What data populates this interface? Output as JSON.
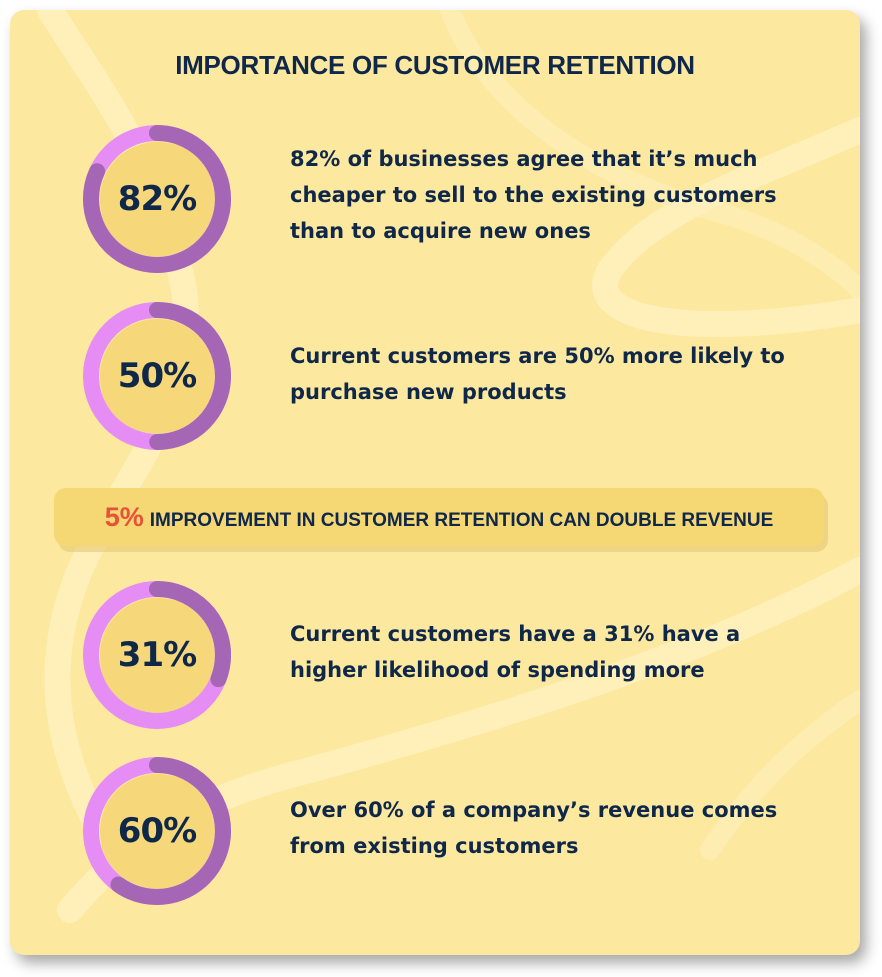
{
  "title": "IMPORTANCE OF CUSTOMER RETENTION",
  "colors": {
    "background": "#fde8a0",
    "ring_filled": "#a566b5",
    "ring_unfilled": "#e58cf5",
    "inner_circle": "#f6d77a",
    "text": "#0f2748",
    "highlight": "#e8503a",
    "banner": "#f5d874"
  },
  "stats": [
    {
      "value": "82%",
      "percent": 82,
      "text": "82% of businesses agree that it’s much cheaper to sell to the existing customers than to acquire new ones"
    },
    {
      "value": "50%",
      "percent": 50,
      "text": "Current customers are 50% more likely to purchase new products"
    },
    {
      "value": "31%",
      "percent": 31,
      "text": "Current customers have a 31% have a higher likelihood of spending more"
    },
    {
      "value": "60%",
      "percent": 60,
      "text": "Over 60% of a company’s revenue comes from existing customers"
    }
  ],
  "banner": {
    "highlight": "5%",
    "text": "IMPROVEMENT IN CUSTOMER RETENTION CAN DOUBLE REVENUE"
  }
}
